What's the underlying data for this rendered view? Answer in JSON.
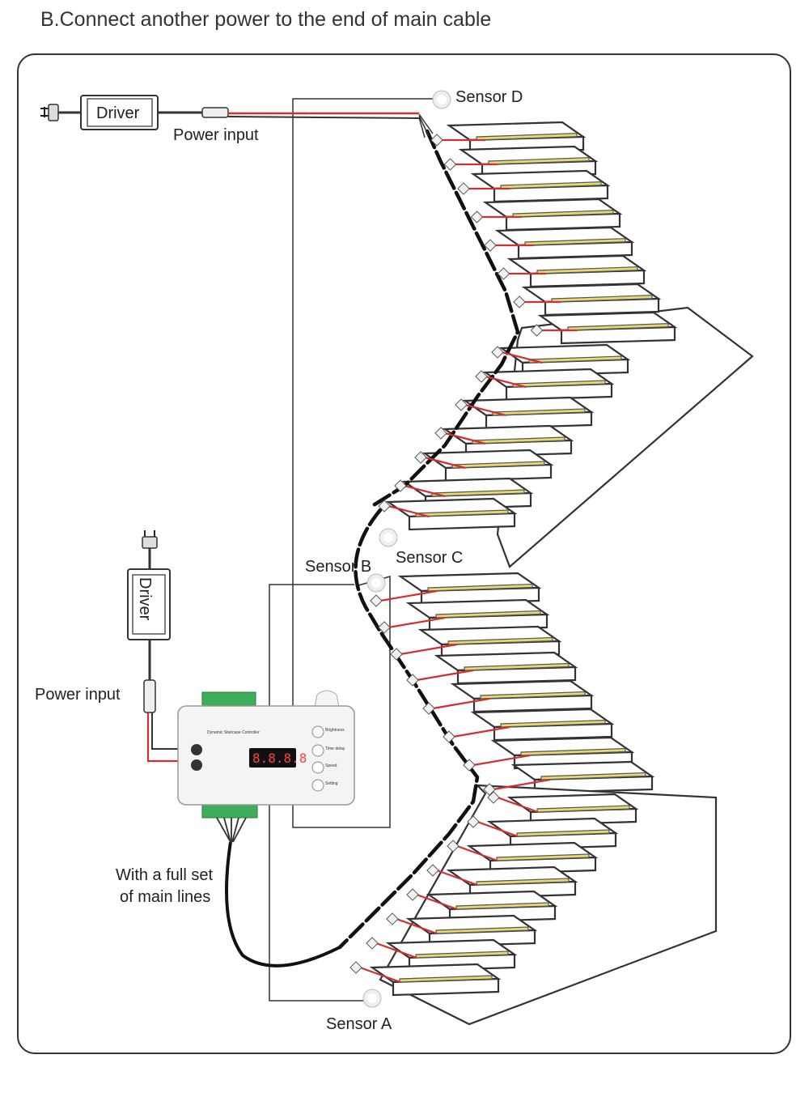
{
  "title": "B.Connect another power to the end of main cable",
  "labels": {
    "driver_top": "Driver",
    "driver_left": "Driver",
    "power_input_top": "Power input",
    "power_input_left": "Power input",
    "main_lines_line1": "With a full set",
    "main_lines_line2": "of main lines",
    "sensor_a": "Sensor A",
    "sensor_b": "Sensor B",
    "sensor_c": "Sensor C",
    "sensor_d": "Sensor D"
  },
  "controller": {
    "name": "Dynamic Staircase Controller",
    "display": "8.8.8.8",
    "buttons": [
      "Brightness",
      "Time delay",
      "Speed",
      "Setting"
    ]
  },
  "colors": {
    "outline": "#333333",
    "led_strip": "#e8d870",
    "power_wire": "#d03030",
    "main_cable": "#111111",
    "terminal_green": "#3fae5a"
  }
}
